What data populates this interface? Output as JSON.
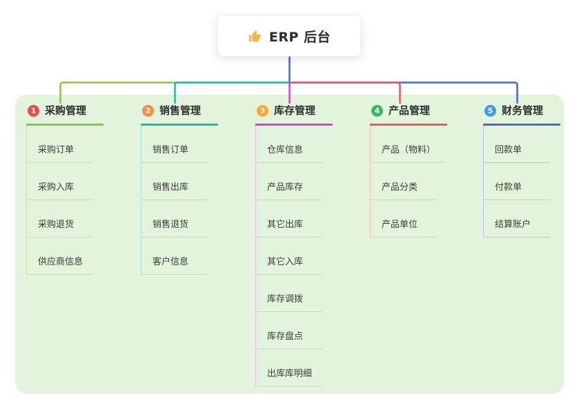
{
  "root": {
    "title": "ERP 后台",
    "icon": "thumbs-up",
    "stem_color": "#4a5fd0",
    "icon_color": "#f6b73c"
  },
  "panel_color": "#e2f4dc",
  "branches": [
    {
      "num": "1",
      "title": "采购管理",
      "color": "#8cc152",
      "badge_color": "#f0484f",
      "line_color": "#c5e0a0",
      "children": [
        "采购订单",
        "采购入库",
        "采购退货",
        "供应商信息"
      ]
    },
    {
      "num": "2",
      "title": "销售管理",
      "color": "#27b5a9",
      "badge_color": "#ff8a48",
      "line_color": "#a6ded8",
      "children": [
        "销售订单",
        "销售出库",
        "销售退货",
        "客户信息"
      ]
    },
    {
      "num": "3",
      "title": "库存管理",
      "color": "#d53ecf",
      "badge_color": "#ffa62b",
      "line_color": "#eeb8ec",
      "children": [
        "仓库信息",
        "产品库存",
        "其它出库",
        "其它入库",
        "库存调拨",
        "库存盘点",
        "出库库明细"
      ]
    },
    {
      "num": "4",
      "title": "产品管理",
      "color": "#f0565c",
      "badge_color": "#3cb85c",
      "line_color": "#f6bdbf",
      "children": [
        "产品（物料）",
        "产品分类",
        "产品单位"
      ]
    },
    {
      "num": "5",
      "title": "财务管理",
      "color": "#4a66d5",
      "badge_color": "#3d9bf0",
      "line_color": "#b7c5ee",
      "children": [
        "回款单",
        "付款单",
        "结算账户"
      ]
    }
  ]
}
